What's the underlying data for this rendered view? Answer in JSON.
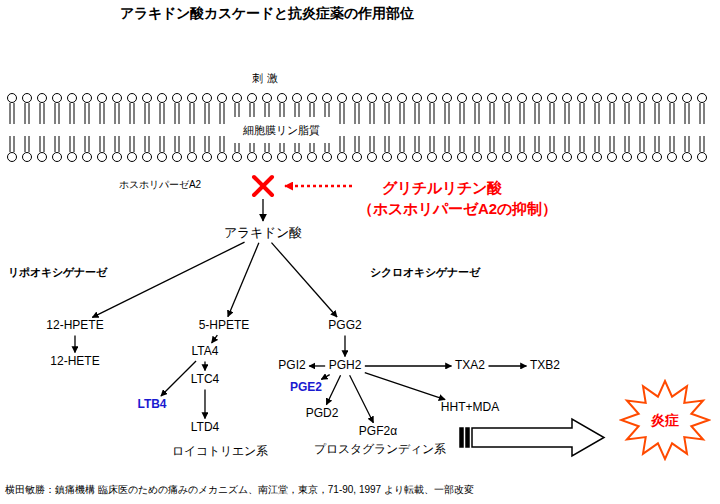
{
  "diagram": {
    "title": "アラキドン酸カスケードと抗炎症薬の作用部位",
    "caption": "横田敏勝：鎮痛機構 臨床医のための痛みのメカニズム、南江堂，東京，71-90, 1997 より転載、一部改変",
    "nodes": [
      {
        "text": [
          "アラキドン酸"
        ]
      },
      {
        "text": [
          "12-HPETE"
        ]
      },
      {
        "text": [
          "5-HPETE"
        ]
      },
      {
        "text": [
          "PGG2"
        ]
      },
      {
        "text": [
          "12-HETE"
        ]
      },
      {
        "text": [
          "LTA4"
        ]
      },
      {
        "text": [
          "PGI2"
        ]
      },
      {
        "text": [
          "PGH2"
        ]
      },
      {
        "text": [
          "TXA2"
        ]
      },
      {
        "text": [
          "TXB2"
        ]
      },
      {
        "text": [
          "LTB4"
        ]
      },
      {
        "text": [
          "LTC4"
        ]
      },
      {
        "text": [
          "PGE2"
        ]
      },
      {
        "text": [
          "PGD2"
        ]
      },
      {
        "text": [
          "HHT+MDA"
        ]
      },
      {
        "text": [
          "PGF2α"
        ]
      },
      {
        "text": [
          "LTD4"
        ]
      },
      {
        "text": [
          "炎症"
        ]
      }
    ],
    "edges": [
      {
        "from": 0,
        "to": 1,
        "arrow": "to"
      },
      {
        "from": 0,
        "to": 2,
        "arrow": "to"
      },
      {
        "from": 0,
        "to": 3,
        "arrow": "to"
      },
      {
        "from": 1,
        "to": 4,
        "arrow": "to"
      },
      {
        "from": 2,
        "to": 5,
        "arrow": "to"
      },
      {
        "from": 5,
        "to": 10,
        "arrow": "to"
      },
      {
        "from": 5,
        "to": 11,
        "arrow": "to"
      },
      {
        "from": 11,
        "to": 16,
        "arrow": "to"
      },
      {
        "from": 3,
        "to": 7,
        "arrow": "to"
      },
      {
        "from": 7,
        "to": 6,
        "arrow": "to"
      },
      {
        "from": 7,
        "to": 8,
        "arrow": "to"
      },
      {
        "from": 8,
        "to": 9,
        "arrow": "to"
      },
      {
        "from": 7,
        "to": 12,
        "arrow": "to"
      },
      {
        "from": 7,
        "to": 13,
        "arrow": "to"
      },
      {
        "from": 7,
        "to": 15,
        "arrow": "to"
      },
      {
        "from": 7,
        "to": 14,
        "arrow": "to"
      }
    ],
    "labels": [
      "刺 激",
      "細胞膜リン脂質",
      "ホスホリパーゼA2",
      "グリチルリチン酸",
      "（ホスホリパーゼA2の抑制）",
      "リポオキシゲナーゼ",
      "シクロオキシゲナーゼ",
      "ロイコトリエン系",
      "プロスタグランディン系"
    ]
  }
}
